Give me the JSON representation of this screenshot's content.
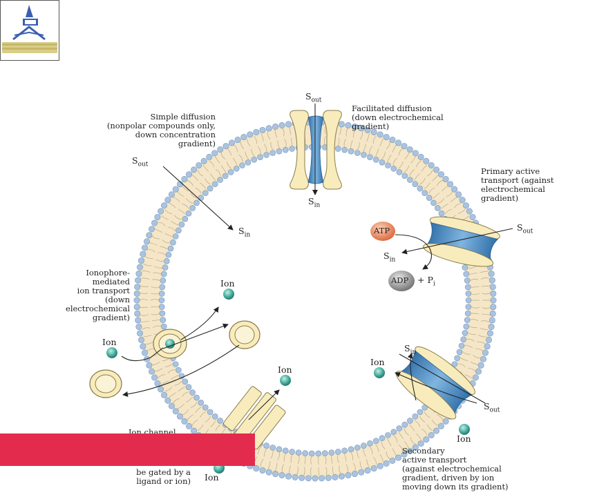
{
  "labels": {
    "simple_diffusion": "Simple diffusion\n(nonpolar compounds only,\ndown concentration\ngradient)",
    "facilitated_diffusion": "Facilitated diffusion\n(down electrochemical\ngradient)",
    "primary_active": "Primary active\ntransport (against\nelectrochemical\ngradient)",
    "ionophore": "Ionophore-\nmediated\nion transport\n(down\nelectrochemical\ngradient)",
    "ion_channel": "Ion channel",
    "gated": "be gated by a\nligand or ion)",
    "secondary_active": "Secondary\nactive transport\n(against electrochemical\ngradient, driven by ion\nmoving down its gradient)"
  },
  "symbols": {
    "s": "S",
    "out": "out",
    "in": "in",
    "ion": "Ion",
    "atp": "ATP",
    "adp": "ADP",
    "plus_p": "+ P",
    "i": "i"
  },
  "colors": {
    "head": "#a9c4e2",
    "head_stroke": "#7a93b3",
    "membrane": "#f4e6c6",
    "tail": "#b8a988",
    "protein": "#f8ecbc",
    "protein_stroke": "#8a7a4a",
    "channel_blue": "#4a8fc8",
    "ion": "#43a99a",
    "atp": "#e07d55",
    "adp": "#8e8e8e",
    "overlay_red": "#e32b4d"
  }
}
